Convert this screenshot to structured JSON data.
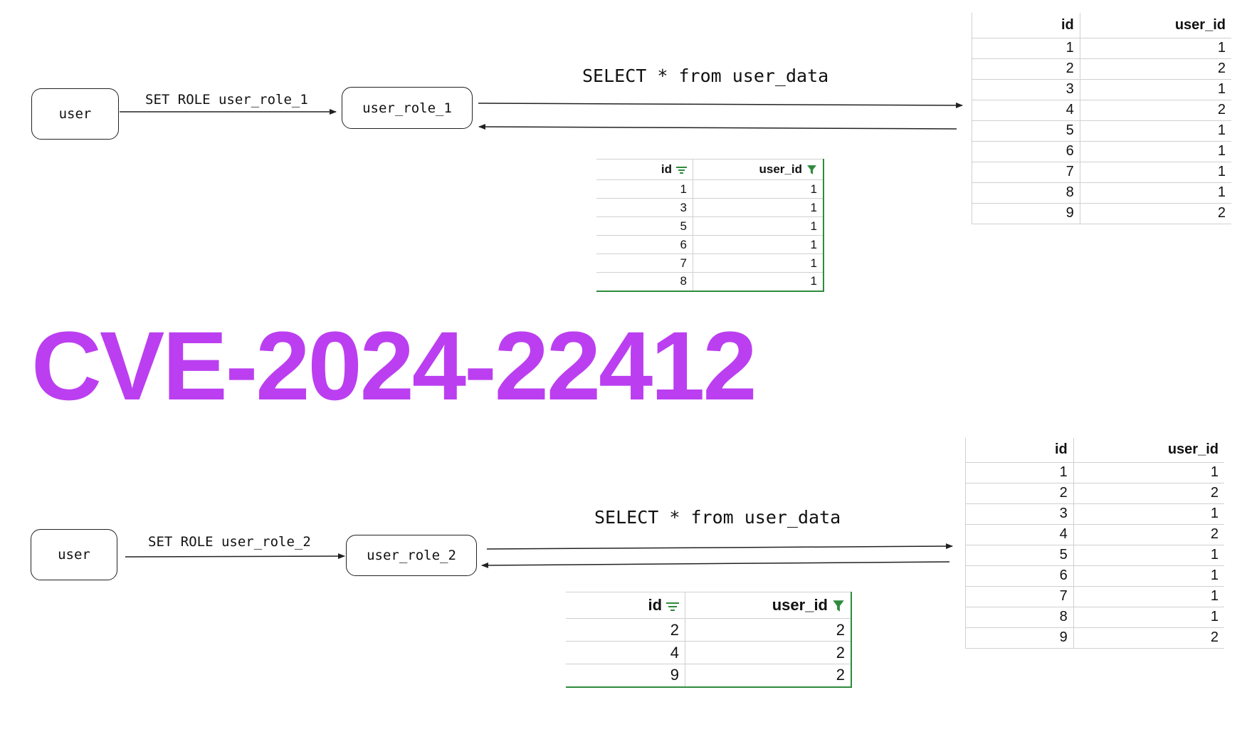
{
  "title": {
    "text": "CVE-2024-22412",
    "color": "#bb3ff0"
  },
  "colors": {
    "filter_accent": "#2e8b3c",
    "line": "#222222"
  },
  "top": {
    "user_label": "user",
    "set_role_label": "SET ROLE user_role_1",
    "role_label": "user_role_1",
    "query_label": "SELECT * from user_data",
    "full_table": {
      "headers": [
        "id",
        "user_id"
      ],
      "rows": [
        [
          "1",
          "1"
        ],
        [
          "2",
          "2"
        ],
        [
          "3",
          "1"
        ],
        [
          "4",
          "2"
        ],
        [
          "5",
          "1"
        ],
        [
          "6",
          "1"
        ],
        [
          "7",
          "1"
        ],
        [
          "8",
          "1"
        ],
        [
          "9",
          "2"
        ]
      ]
    },
    "filtered_table": {
      "headers": [
        "id",
        "user_id"
      ],
      "rows": [
        [
          "1",
          "1"
        ],
        [
          "3",
          "1"
        ],
        [
          "5",
          "1"
        ],
        [
          "6",
          "1"
        ],
        [
          "7",
          "1"
        ],
        [
          "8",
          "1"
        ]
      ]
    }
  },
  "bottom": {
    "user_label": "user",
    "set_role_label": "SET ROLE user_role_2",
    "role_label": "user_role_2",
    "query_label": "SELECT * from user_data",
    "full_table": {
      "headers": [
        "id",
        "user_id"
      ],
      "rows": [
        [
          "1",
          "1"
        ],
        [
          "2",
          "2"
        ],
        [
          "3",
          "1"
        ],
        [
          "4",
          "2"
        ],
        [
          "5",
          "1"
        ],
        [
          "6",
          "1"
        ],
        [
          "7",
          "1"
        ],
        [
          "8",
          "1"
        ],
        [
          "9",
          "2"
        ]
      ]
    },
    "filtered_table": {
      "headers": [
        "id",
        "user_id"
      ],
      "rows": [
        [
          "2",
          "2"
        ],
        [
          "4",
          "2"
        ],
        [
          "9",
          "2"
        ]
      ]
    }
  }
}
